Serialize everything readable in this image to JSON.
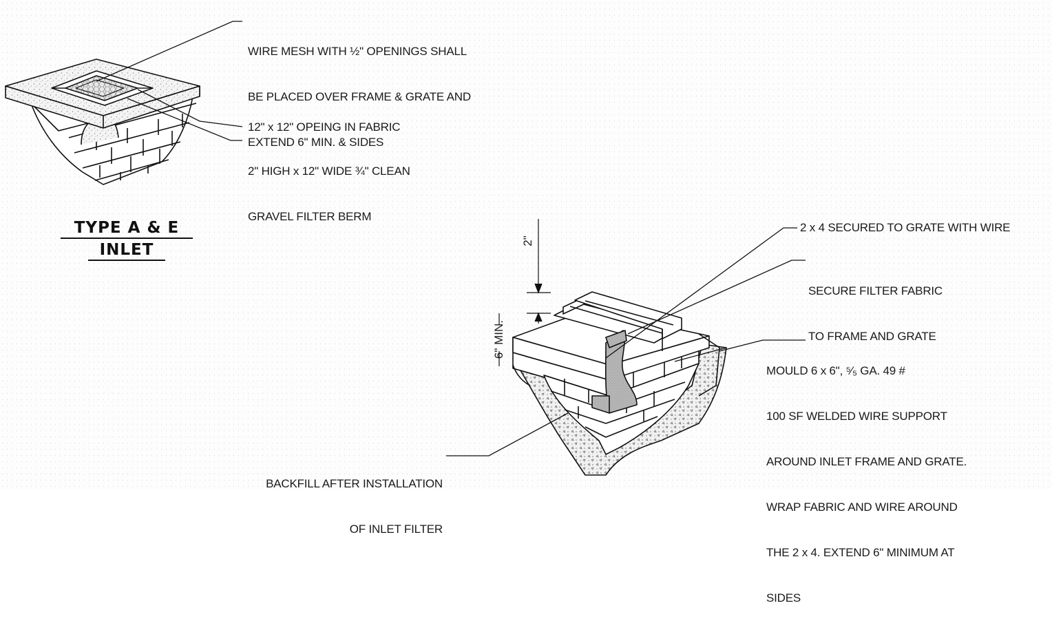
{
  "type_ae": {
    "title_line1": "TYPE A & E",
    "title_line2": "INLET",
    "note_wire_mesh": [
      "WIRE MESH WITH ½\" OPENINGS SHALL",
      "BE PLACED OVER FRAME & GRATE AND",
      "EXTEND 6\" MIN. & SIDES"
    ],
    "note_opening": "12\" x 12\" OPEING IN FABRIC",
    "note_berm": [
      "2\" HIGH x 12\" WIDE ¾\" CLEAN",
      "GRAVEL FILTER BERM"
    ]
  },
  "detail_b": {
    "note_2x4": "2 x 4 SECURED TO GRATE WITH WIRE",
    "note_secure": [
      "SECURE FILTER FABRIC",
      "TO FRAME AND GRATE"
    ],
    "note_mould": [
      "MOULD 6 x 6\", ⁵⁄₅ GA. 49 #",
      "100 SF WELDED WIRE SUPPORT",
      "AROUND INLET FRAME AND GRATE.",
      "WRAP FABRIC AND WIRE AROUND",
      "THE 2 x 4. EXTEND 6\" MINIMUM AT",
      "SIDES"
    ],
    "note_backfill": [
      "BACKFILL AFTER INSTALLATION",
      "OF INLET FILTER"
    ],
    "dim_top": "2\"",
    "dim_side": "6\" MIN."
  }
}
